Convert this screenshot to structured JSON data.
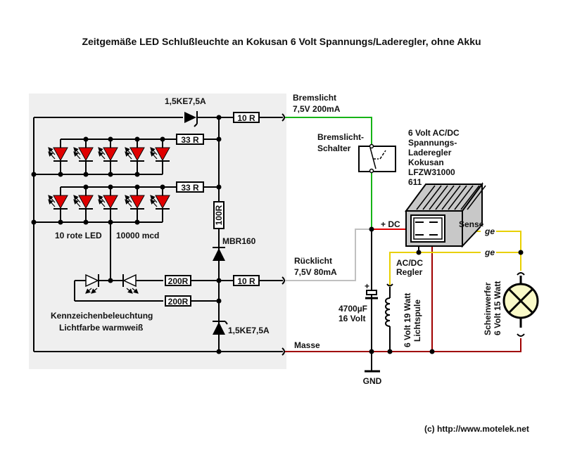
{
  "title": "Zeitgemäße LED Schlußleuchte an Kokusan 6 Volt Spannungs/Laderegler, ohne Akku",
  "footer": "(c) http://www.motelek.net",
  "colors": {
    "panel": "#efefef",
    "brake_wire": "#17b317",
    "tail_wire": "#c0c0c0",
    "dc_wire": "#e00000",
    "ground_wire": "#a00000",
    "sense_wire": "#e8d000",
    "led_red": "#e00000",
    "lamp_fill": "#fafac8",
    "regulator_face": "#c8c8c8"
  },
  "board": {
    "zener_top": "1,5KE7,5A",
    "r_brake": "10 R",
    "r_row1": "33 R",
    "r_row2": "33 R",
    "r_vertical": "100R",
    "diode_mbr": "MBR160",
    "led_label": "10 rote LED",
    "led_mcd": "10000 mcd",
    "r_plate1": "200R",
    "r_plate2": "200R",
    "r_tail": "10 R",
    "plate_label_1": "Kennzeichenbeleuchtung",
    "plate_label_2": "Lichtfarbe warmweiß",
    "zener_bottom": "1,5KE7,5A",
    "leds_per_row": 5,
    "led_rows": 2
  },
  "terminals": {
    "brake_1": "Bremslicht",
    "brake_2": "7,5V 200mA",
    "tail_1": "Rücklicht",
    "tail_2": "7,5V 80mA",
    "ground": "Masse"
  },
  "switch": {
    "label_1": "Bremslicht-",
    "label_2": "Schalter"
  },
  "regulator": {
    "label_lines": [
      "6 Volt AC/DC",
      "Spannungs-",
      "Laderegler",
      "Kokusan",
      "LFZW31000",
      "611"
    ],
    "plus_dc": "+ DC",
    "sense": "Sense",
    "ge_1": "ge",
    "ge_2": "ge",
    "acdc_1": "AC/DC",
    "acdc_2": "Regler"
  },
  "capacitor": {
    "value": "4700µF",
    "voltage": "16 Volt",
    "gnd": "GND"
  },
  "coil": {
    "line_1": "6 Volt 19 Watt",
    "line_2": "Lichtspule"
  },
  "lamp": {
    "line_1": "Scheinwerfer",
    "line_2": "6 Volt 15 Watt"
  }
}
